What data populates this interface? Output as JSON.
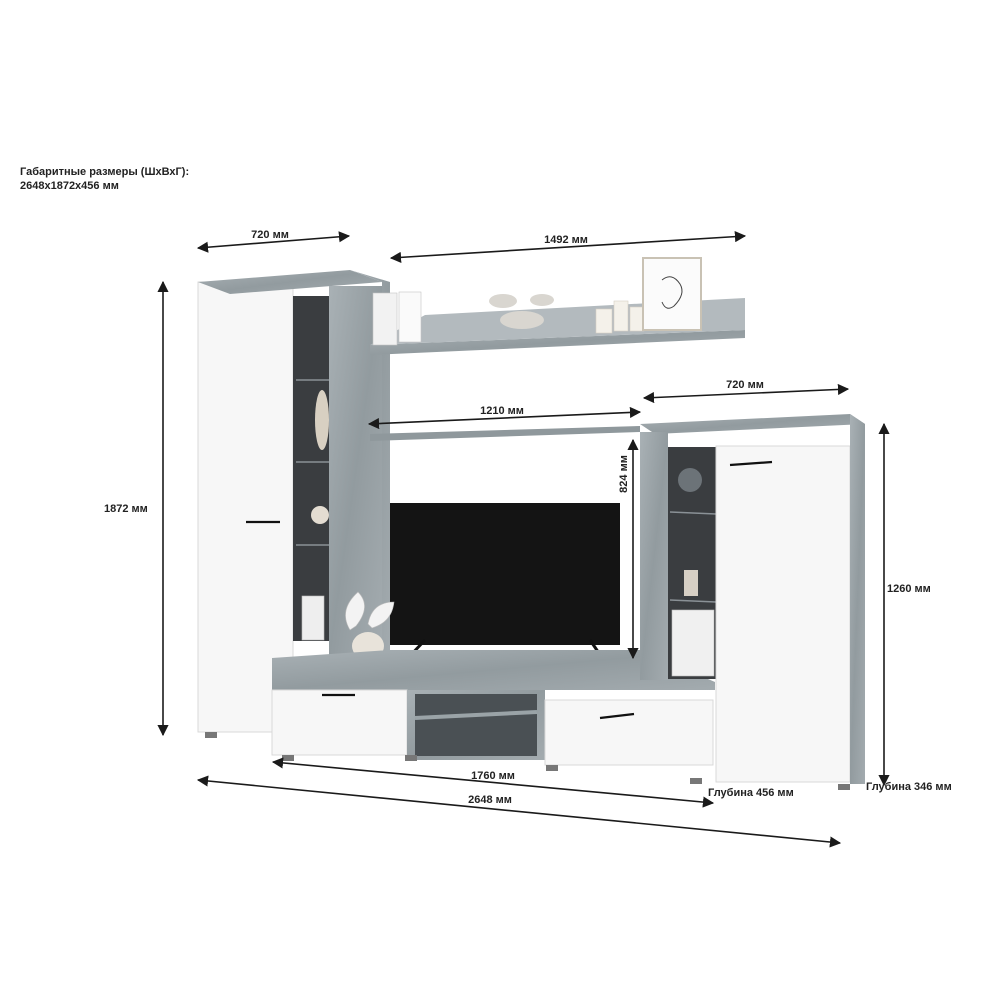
{
  "header": {
    "line1": "Габаритные размеры (ШхВхГ):",
    "line2": "2648х1872х456 мм"
  },
  "dimensions": {
    "left_cabinet_width": "720 мм",
    "top_shelf_width": "1492 мм",
    "right_cabinet_width": "720 мм",
    "middle_shelf_width": "1210 мм",
    "tv_opening_height": "824 мм",
    "total_height": "1872 мм",
    "right_cabinet_height": "1260 мм",
    "tv_stand_width": "1760 мм",
    "total_width": "2648 мм",
    "depth_tv_stand": "Глубина 456 мм",
    "depth_right_cabinet": "Глубина 346 мм"
  },
  "colors": {
    "concrete": "#9aa3a7",
    "white_panel": "#f7f7f7",
    "tv_screen": "#141414",
    "cavity": "#3a3d40"
  }
}
